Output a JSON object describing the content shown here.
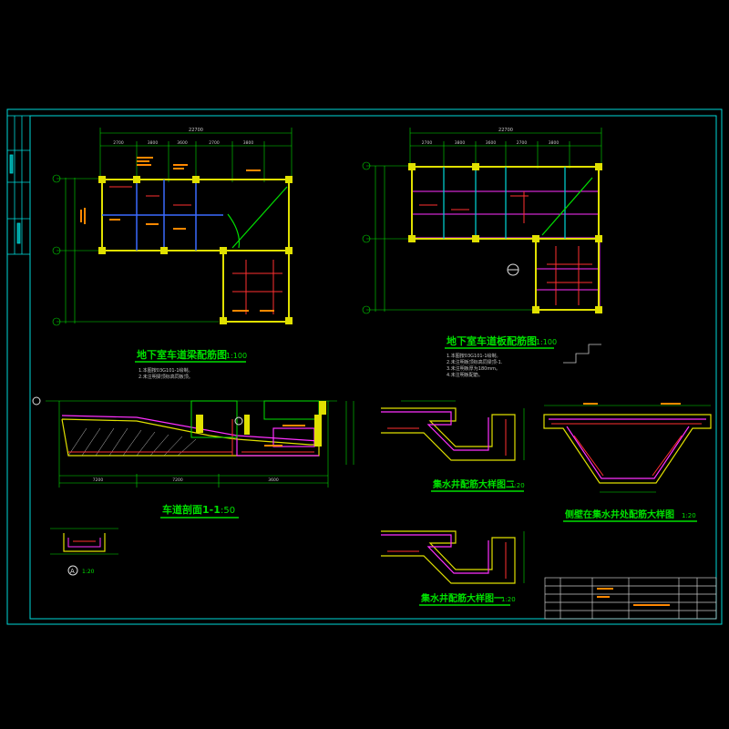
{
  "colors": {
    "background": "#000000",
    "frame": "#00d8d8",
    "grid_axis": "#00e000",
    "beam": "#e0e000",
    "rebar": "#ff3030",
    "slab": "#ff30ff",
    "dim": "#c8c8c8",
    "title": "#00e000",
    "blue": "#3a6bff",
    "orange": "#ff8800"
  },
  "titles": {
    "plan1": "地下室车道梁配筋图",
    "plan1_scale": "1:100",
    "plan2": "地下室车道板配筋图",
    "plan2_scale": "1:100",
    "section": "车道剖面1-1",
    "section_scale": ":50",
    "sump2": "集水井配筋大样图二",
    "sump2_scale": "1:20",
    "sump1": "集水井配筋大样图一",
    "sump1_scale": "1:20",
    "side_sump": "侧壁在集水井处配筋大样图",
    "side_sump_scale": "1:20",
    "detail_a_scale": "1:20"
  },
  "notes": {
    "plan1": [
      "1.本图按03G101-1绘制。",
      "2.未注明梁顶标高同板顶。"
    ],
    "plan2": [
      "1.本图按03G101-1绘制。",
      "2.未注明板顶标高同梁顶-1.",
      "3.未注明板厚为180mm。",
      "4.未注明板配筋。"
    ]
  },
  "dimensions": {
    "plan1_total": "22700",
    "plan1_bays": [
      "2700",
      "3800",
      "3600",
      "2700",
      "3800"
    ],
    "plan2_total": "22700",
    "plan2_bays": [
      "2700",
      "3800",
      "3600",
      "2700",
      "3800"
    ],
    "section_bays": [
      "7200",
      "7200",
      "3600"
    ]
  },
  "labels": {
    "detail_a": "A"
  }
}
